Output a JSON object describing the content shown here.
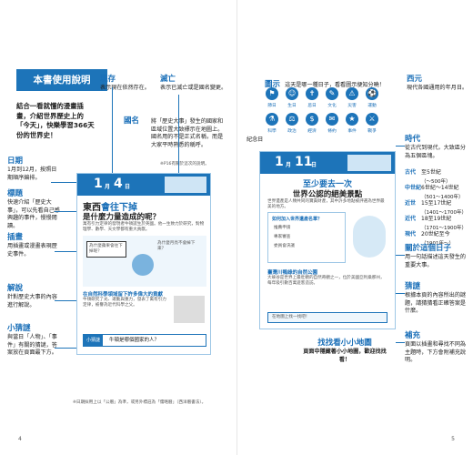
{
  "left": {
    "title": "本書使用說明",
    "intro": "結合一看就懂的漫畫插畫，介紹世界歷史上的「今天」，快樂學習366天份的世界史！",
    "current": {
      "label": "現存",
      "text": "表示現在依然存在。"
    },
    "extinct": {
      "label": "滅亡",
      "text": "表示已滅亡或是國名變更。"
    },
    "country": {
      "label": "國名",
      "text": "將「歷史大事」發生的國家和區域位置大致標示在地圖上。國名用的不是正式名稱，而是大家平時熟悉的稱呼。"
    },
    "ref_note": "※P16有關於這次的說明。",
    "date": {
      "label": "日期",
      "text": "1月到12月，按照日期順序編排。"
    },
    "heading": {
      "label": "標題",
      "text": "快速介紹「歷史大事」，可以先看自己感興趣的事件，慢慢閱讀。"
    },
    "illustration": {
      "label": "插畫",
      "text": "用插畫或漫畫表現歷史事件。"
    },
    "commentary": {
      "label": "解說",
      "text": "針對歷史大事的內容進行解說。"
    },
    "quiz": {
      "label": "小猜謎",
      "text": "與當日「人物」、「事件」有關的猜謎，答案放在頁面最下方。"
    },
    "card": {
      "month": "1",
      "month_unit": "月",
      "day": "4",
      "day_unit": "日",
      "kicker": "東西",
      "title_mid": "會往下掉",
      "title_line2": "是什麼力量造成的呢？",
      "lead": "萬有引力定律的發現者牛頓誕生於英國。他一生致力於研究，對物理學、數學、天文學都有重大貢獻。",
      "bubble": "為什麼蘋果會往下掉呢？",
      "bubble2": "為什麼月亮不會掉下來？",
      "section": "在自然科學領域留下許多偉大的貢獻",
      "body": "牛頓研究了光、運動與重力，發表了萬有引力定律，被譽為近代科學之父。",
      "quiz_tag": "小猜謎",
      "quiz_text": "牛頓是哪個國家的人？"
    },
    "footnote": "※日期採用上以「公曆」為準，或另外標註為「儒略曆」（西洋曆書法）。",
    "page_number": "4"
  },
  "right": {
    "icons_label": "圖示",
    "icons_text": "這天是哪一種日子，看看圖示便知分曉！",
    "icons": [
      {
        "name": "flag-icon",
        "glyph": "⚑",
        "caption": "節日"
      },
      {
        "name": "person-icon",
        "glyph": "☺",
        "caption": "生日"
      },
      {
        "name": "death-icon",
        "glyph": "✝",
        "caption": "忌日"
      },
      {
        "name": "culture-icon",
        "glyph": "✎",
        "caption": "文化"
      },
      {
        "name": "disaster-icon",
        "glyph": "⚠",
        "caption": "災害"
      },
      {
        "name": "sports-icon",
        "glyph": "⚽",
        "caption": "運動"
      }
    ],
    "icons2": [
      {
        "name": "science-icon",
        "glyph": "⚗",
        "caption": "科學"
      },
      {
        "name": "politics-icon",
        "glyph": "⚖",
        "caption": "政治"
      },
      {
        "name": "economy-icon",
        "glyph": "$",
        "caption": "經濟"
      },
      {
        "name": "treaty-icon",
        "glyph": "✉",
        "caption": "條約"
      },
      {
        "name": "event-icon",
        "glyph": "★",
        "caption": "事件"
      },
      {
        "name": "war-icon",
        "glyph": "⚔",
        "caption": "戰爭"
      }
    ],
    "memorial": "紀念日",
    "western": {
      "label": "西元",
      "text": "現代各國通用的年月日。"
    },
    "era": {
      "label": "時代",
      "text": "從古代到現代，大致區分為五個區塊。"
    },
    "eras": [
      {
        "name": "古代",
        "range": "至5世紀",
        "sub": "（～500年）"
      },
      {
        "name": "中世紀",
        "range": "6世紀～14世紀",
        "sub": "（501～1400年）"
      },
      {
        "name": "近世",
        "range": "15至17世紀",
        "sub": "（1401～1700年）"
      },
      {
        "name": "近代",
        "range": "18至19世紀",
        "sub": "（1701～1900年）"
      },
      {
        "name": "現代",
        "range": "20世紀至今",
        "sub": "（1901年～）"
      }
    ],
    "related": {
      "label": "關於這個日子",
      "text": "用一句話描述這天發生的重要大事。"
    },
    "riddle": {
      "label": "猜謎",
      "text": "根據本頁的內容所出的謎題，請猜猜看正確答案是什麼。"
    },
    "supplement": {
      "label": "補充",
      "text": "頁面以插畫和尋找不同為主題時，下方會附補充說明。"
    },
    "card": {
      "month": "1",
      "month_unit": "月",
      "day": "11",
      "day_unit": "日",
      "title1": "至少要去一次",
      "title2": "世界公認的絕美景點",
      "lead": "世界遺產是人類共同的寶貴財產，其中許多地點被評選為世界最美的地方。",
      "q_title": "如何加入世界遺產名單？",
      "options": [
        "推薦申請",
        "專家審查",
        "委員會決議"
      ],
      "section": "臺灣川鴨綠的自然公園",
      "body": "大峽谷是世界上最壯觀的自然奇觀之一，位於美國亞利桑那州，每年吸引數百萬遊客造訪。",
      "footer": "在地圖上找一找吧！"
    },
    "find": {
      "title": "找找看小小地圖",
      "text": "頁面中隱藏著小小地圖，歡迎找找看！"
    },
    "page_number": "5"
  }
}
